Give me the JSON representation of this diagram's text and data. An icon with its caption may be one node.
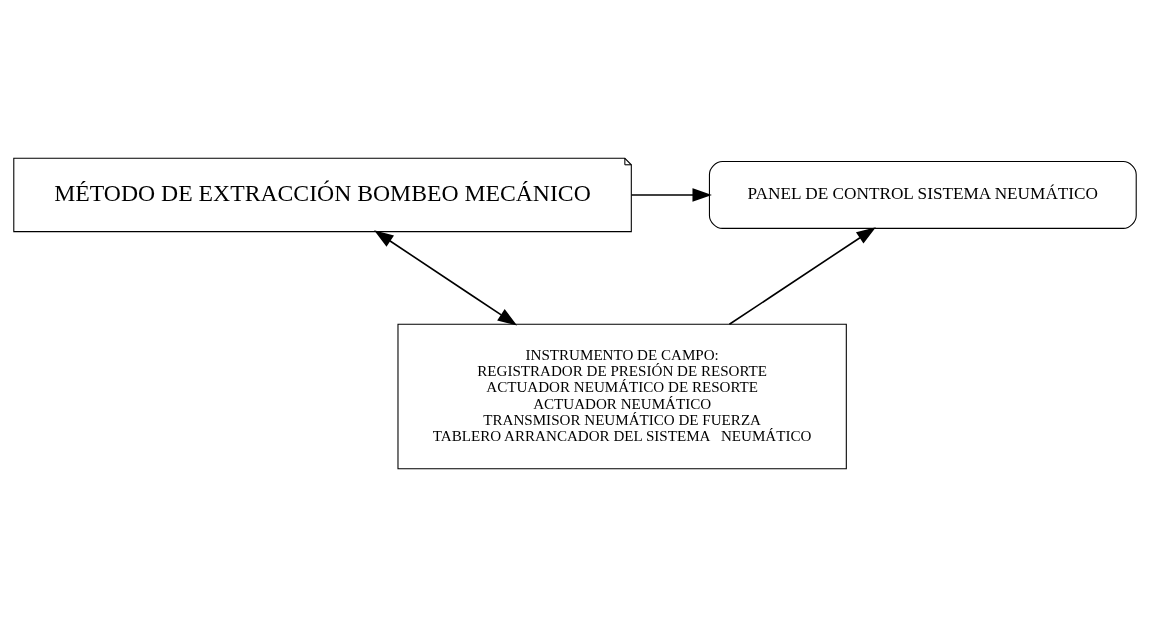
{
  "diagram": {
    "nodes": [
      {
        "text": [
          "MÉTODO DE EXTRACCIÓN BOMBEO MECÁNICO"
        ]
      },
      {
        "text": [
          "PANEL DE CONTROL SISTEMA NEUMÁTICO"
        ]
      },
      {
        "text": [
          "INSTRUMENTO DE CAMPO:",
          "REGISTRADOR DE PRESIÓN DE RESORTE",
          "ACTUADOR NEUMÁTICO DE RESORTE",
          "ACTUADOR NEUMÁTICO",
          "TRANSMISOR NEUMÁTICO DE FUERZA",
          "TABLERO ARRANCADOR DEL SISTEMA   NEUMÁTICO"
        ]
      }
    ],
    "edges": [
      {
        "from": 0,
        "to": 1,
        "arrow": "to"
      },
      {
        "from": 2,
        "to": 1,
        "arrow": "to"
      },
      {
        "from": 0,
        "to": 2,
        "arrow": "both"
      }
    ]
  }
}
